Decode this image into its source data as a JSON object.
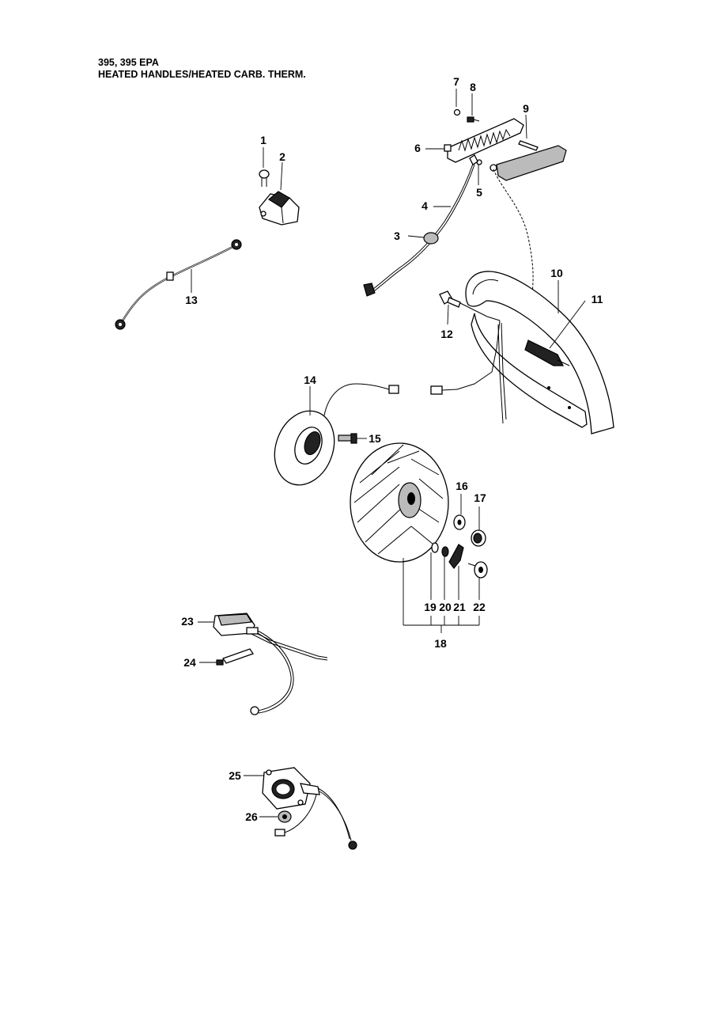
{
  "header": {
    "model": "395, 395 EPA",
    "title": "HEATED HANDLES/HEATED CARB. THERM."
  },
  "labels": [
    {
      "id": "1",
      "text": "1"
    },
    {
      "id": "2",
      "text": "2"
    },
    {
      "id": "3",
      "text": "3"
    },
    {
      "id": "4",
      "text": "4"
    },
    {
      "id": "5",
      "text": "5"
    },
    {
      "id": "6",
      "text": "6"
    },
    {
      "id": "7",
      "text": "7"
    },
    {
      "id": "8",
      "text": "8"
    },
    {
      "id": "9",
      "text": "9"
    },
    {
      "id": "10",
      "text": "10"
    },
    {
      "id": "11",
      "text": "11"
    },
    {
      "id": "12",
      "text": "12"
    },
    {
      "id": "13",
      "text": "13"
    },
    {
      "id": "14",
      "text": "14"
    },
    {
      "id": "15",
      "text": "15"
    },
    {
      "id": "16",
      "text": "16"
    },
    {
      "id": "17",
      "text": "17"
    },
    {
      "id": "18",
      "text": "18"
    },
    {
      "id": "19",
      "text": "19"
    },
    {
      "id": "20",
      "text": "20"
    },
    {
      "id": "21",
      "text": "21"
    },
    {
      "id": "22",
      "text": "22"
    },
    {
      "id": "23",
      "text": "23"
    },
    {
      "id": "24",
      "text": "24"
    },
    {
      "id": "25",
      "text": "25"
    },
    {
      "id": "26",
      "text": "26"
    }
  ]
}
